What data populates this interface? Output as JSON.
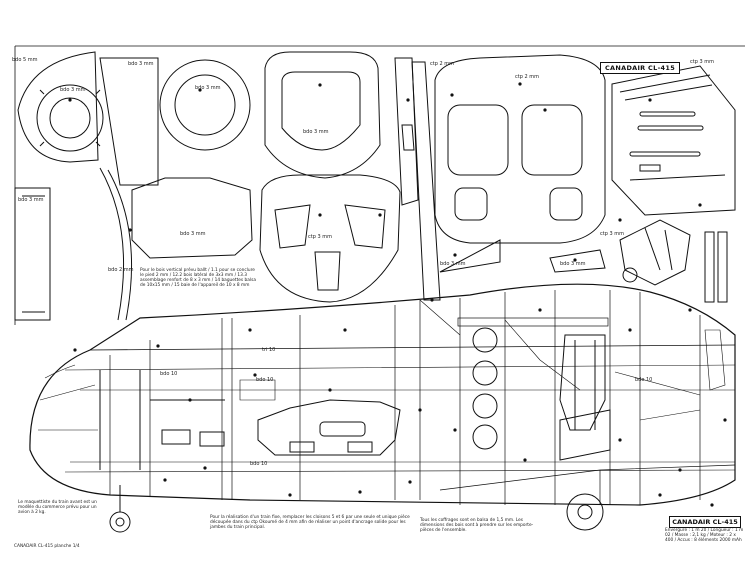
{
  "plan": {
    "title": "CANADAIR CL-415",
    "title_bottom": "CANADAIR CL-415",
    "labels": {
      "balsa_top_left": "bdo 5 mm",
      "balsa_ring_a": "bdo 3 mm",
      "balsa_ring_b": "bdo 3 mm",
      "balsa_circle": "bdo 3 mm",
      "balsa_frame": "bdo 3 mm",
      "ctp_a": "ctp 2 mm",
      "ctp_b": "ctp 2 mm",
      "ctp_c": "ctp 3 mm",
      "ctp_d": "ctp 3 mm",
      "ctp_e": "ctp 3 mm",
      "bdo_left": "bdo 3 mm",
      "bdo_wedge": "bdo 3 mm",
      "bdo_strip": "bdo 2 mm",
      "bdo_bottom": "bdo 3 mm",
      "bdo_nose": "bdo 3 mm",
      "baguette_a": "tri 10",
      "baguette_b": "bdo 10",
      "baguette_c": "bdo 10",
      "baguette_d": "bdo 10",
      "baguette_e": "bdo 10"
    },
    "notes": {
      "strips_legend": "Pour le bois vertical prévu ballt / 1.1 pour se conclure le pied 2 mm / 12.2 bois latéral de 3x3 mm / 13.3 assemblage renfort de 8 x 3 mm / 14 baguettes balsa de 10x15 mm / 15 baie de l'appareil de 10 x 8 mm",
      "nose_note": "Le maquettiste du train avant est un modèle du commerce prévu pour un avion à 2 kg.",
      "wing_note": "Pour la réalisation d'un train fixe, remplacer les cloisons 5 et 6 par une seule et unique pièce découpée dans du ctp Okoumé de 4 mm afin de réaliser un point d'ancrage solide pour les jambes du train principal.",
      "spar_note": "Tous les coffrages sont en balsa de 1,5 mm. Les dimensions des bois sont à prendre sur les emporte-pièces de l'ensemble.",
      "spec_block": "Envergure : 1 m 20 / Longueur : 1 m 02 / Masse : 2,1 kg / Moteur : 2 x 400 / Accus : 8 éléments 2000 mAh",
      "footer": "CANADAIR CL-415 planche 1/4"
    }
  }
}
